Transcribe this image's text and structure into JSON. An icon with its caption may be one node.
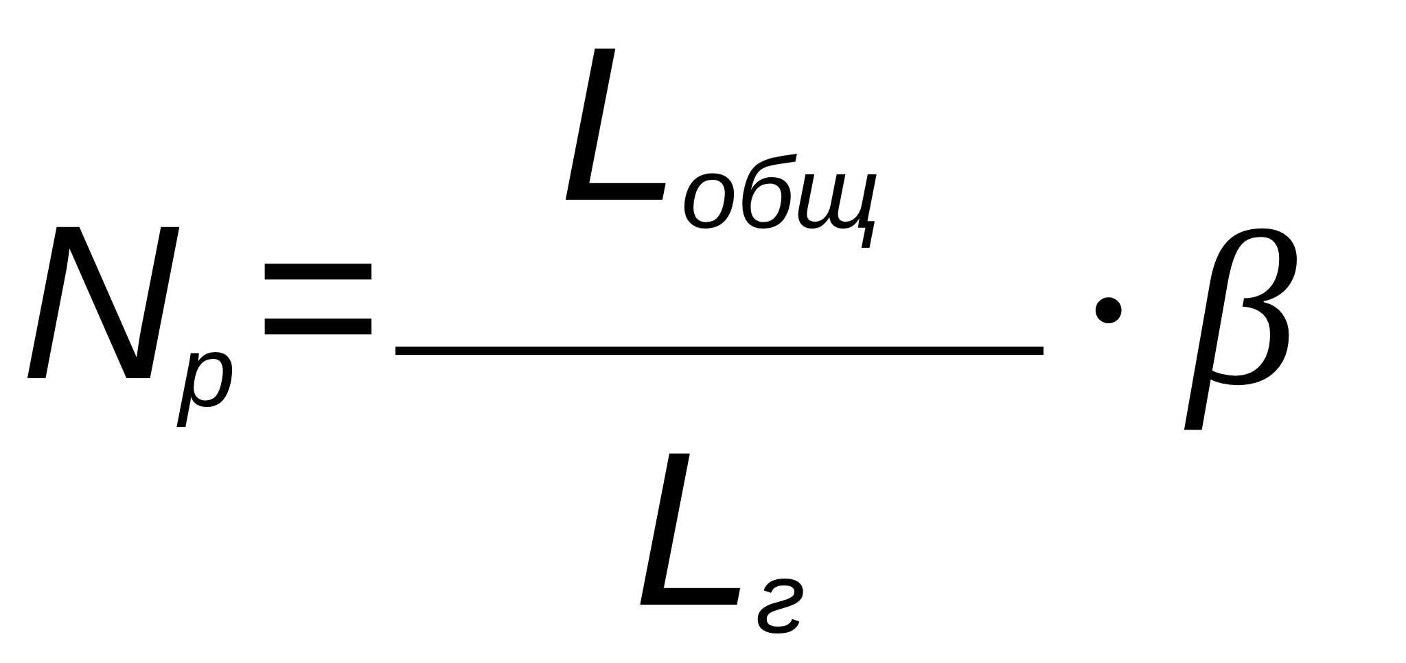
{
  "diagram": {
    "labels": [
      "N$_{р}$",
      "=",
      "L$_{общ}$",
      "L$_{г}$",
      "· β"
    ]
  }
}
